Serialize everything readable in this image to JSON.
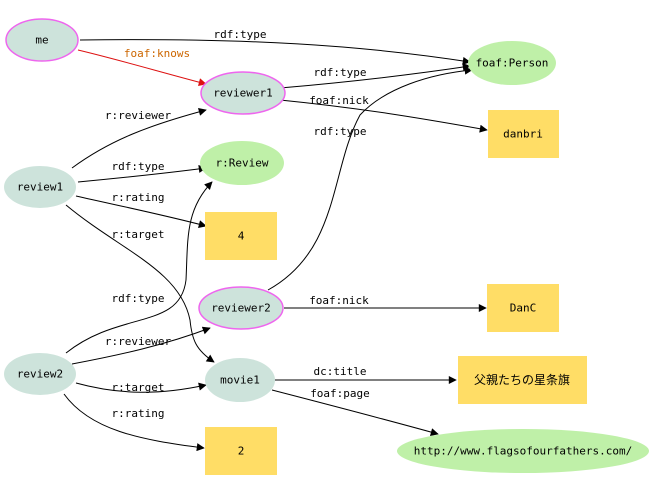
{
  "colors": {
    "resource_fill": "#cde3db",
    "class_fill": "#bff0a8",
    "literal_fill": "#ffdd66",
    "highlight_stroke": "#ee66ee",
    "edge": "#000000",
    "highlight_edge": "#dd1111"
  },
  "nodes": {
    "me": {
      "label": "me",
      "kind": "resource",
      "highlight": true
    },
    "reviewer1": {
      "label": "reviewer1",
      "kind": "resource",
      "highlight": true
    },
    "foaf_person": {
      "label": "foaf:Person",
      "kind": "class"
    },
    "danbri": {
      "label": "danbri",
      "kind": "literal"
    },
    "review1": {
      "label": "review1",
      "kind": "resource"
    },
    "r_review": {
      "label": "r:Review",
      "kind": "class"
    },
    "lit_4": {
      "label": "4",
      "kind": "literal"
    },
    "reviewer2": {
      "label": "reviewer2",
      "kind": "resource",
      "highlight": true
    },
    "danc": {
      "label": "DanC",
      "kind": "literal"
    },
    "review2": {
      "label": "review2",
      "kind": "resource"
    },
    "movie1": {
      "label": "movie1",
      "kind": "resource"
    },
    "title_lit": {
      "label": "父親たちの星条旗",
      "kind": "literal"
    },
    "url": {
      "label": "http://www.flagsofourfathers.com/",
      "kind": "class"
    },
    "lit_2": {
      "label": "2",
      "kind": "literal"
    }
  },
  "edges": {
    "me_type": {
      "label": "rdf:type"
    },
    "me_knows": {
      "label": "foaf:knows",
      "highlight": true
    },
    "rv1_type": {
      "label": "rdf:type"
    },
    "rv1_nick": {
      "label": "foaf:nick"
    },
    "rv2_type": {
      "label": "rdf:type"
    },
    "r1_reviewer": {
      "label": "r:reviewer"
    },
    "r1_type": {
      "label": "rdf:type"
    },
    "r1_rating": {
      "label": "r:rating"
    },
    "r1_target": {
      "label": "r:target"
    },
    "r2_type": {
      "label": "rdf:type"
    },
    "rv2_nick": {
      "label": "foaf:nick"
    },
    "r2_reviewer": {
      "label": "r:reviewer"
    },
    "r2_target": {
      "label": "r:target"
    },
    "r2_rating": {
      "label": "r:rating"
    },
    "m_title": {
      "label": "dc:title"
    },
    "m_page": {
      "label": "foaf:page"
    }
  }
}
